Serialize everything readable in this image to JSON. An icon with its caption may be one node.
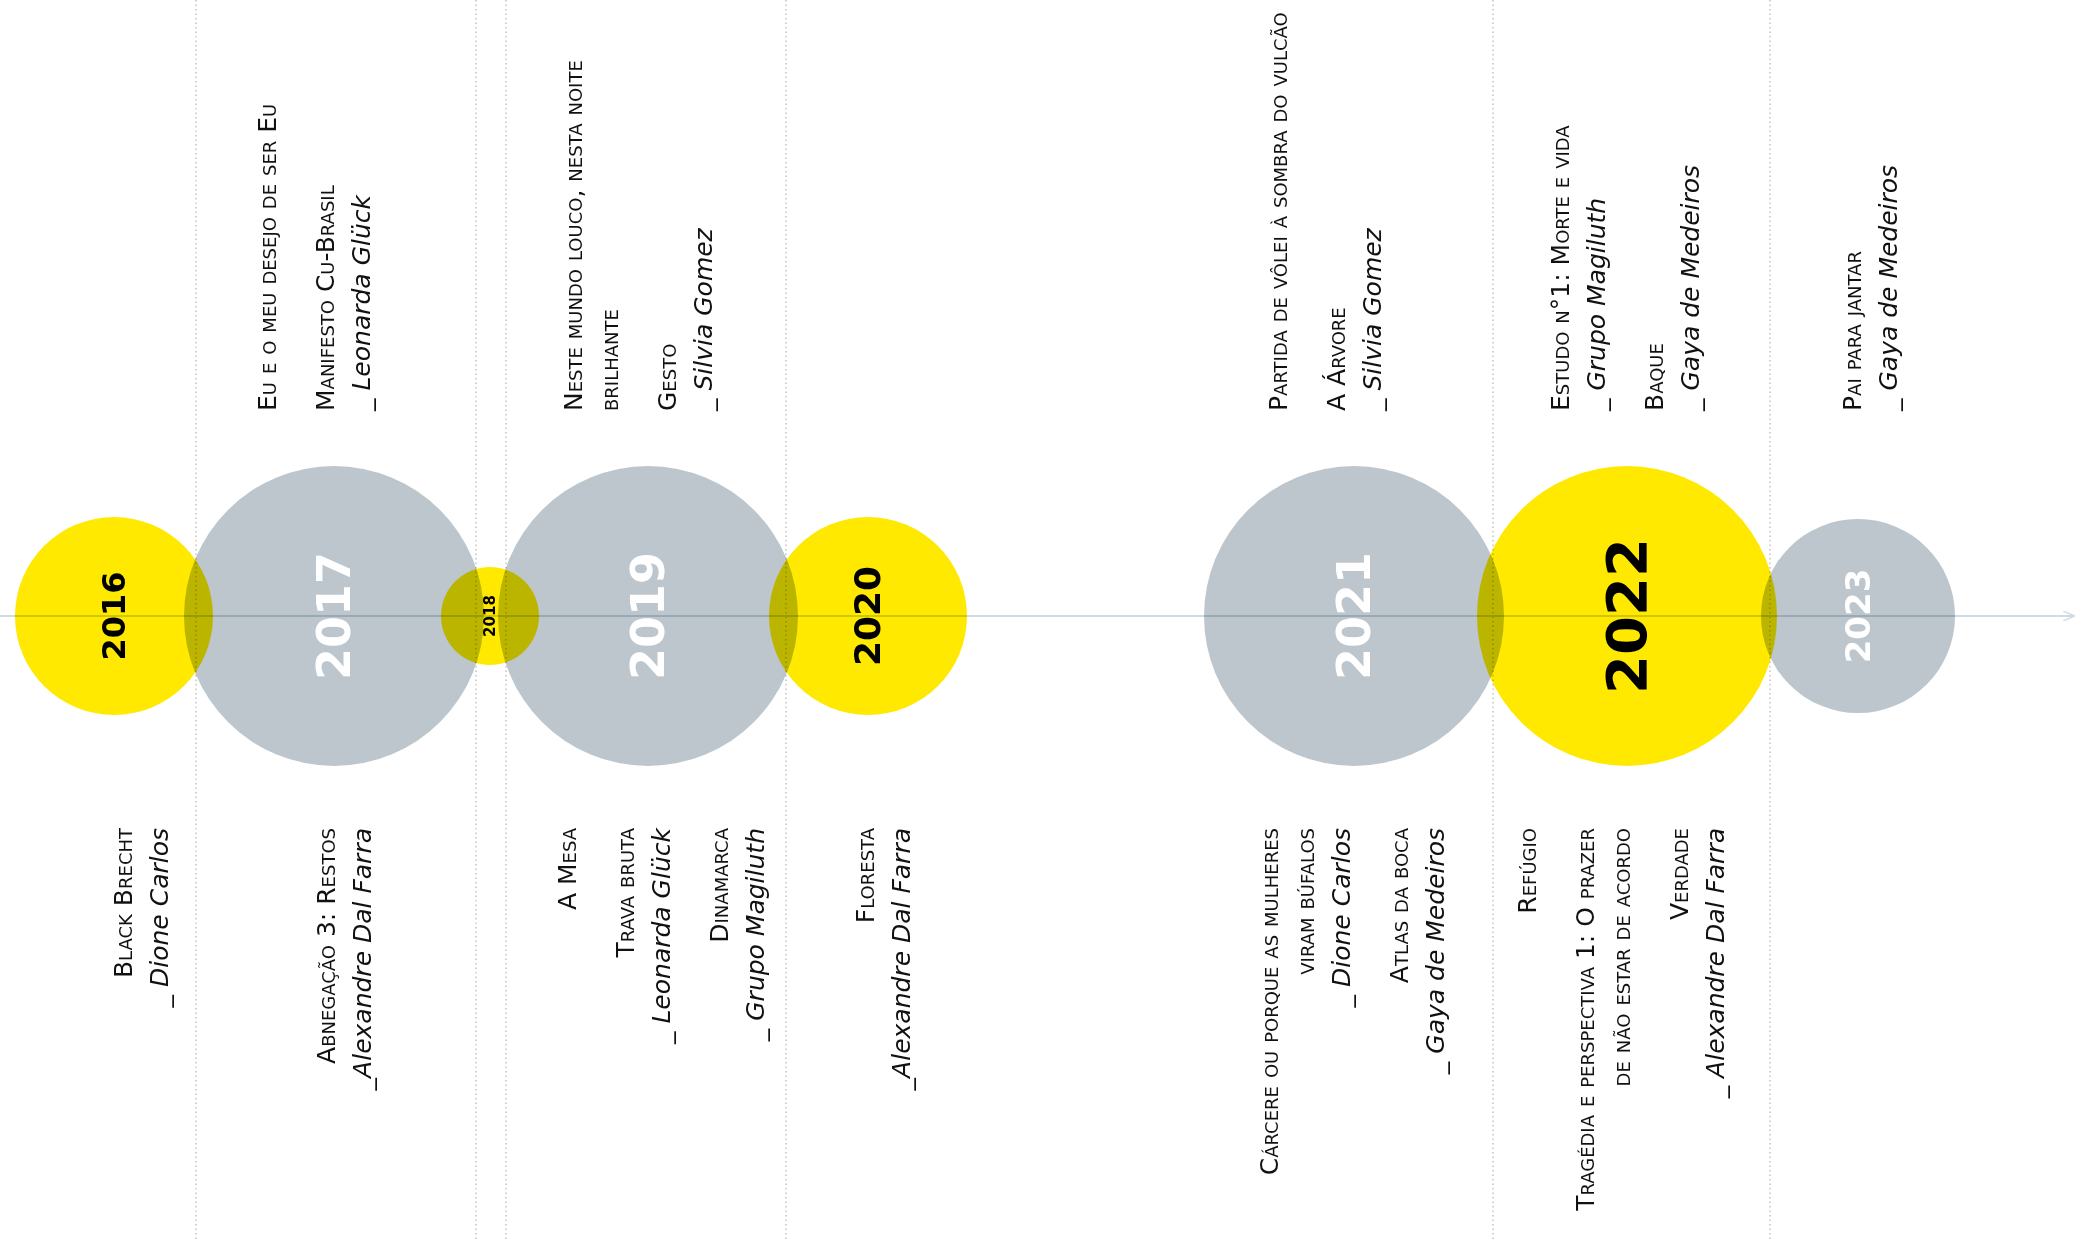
{
  "diagram": {
    "nodes": [
      {
        "text": [
          "2016"
        ],
        "beside": [
          "Black Brecht",
          "_ Dione Carlos"
        ]
      },
      {
        "text": [
          "2017"
        ],
        "beside": [
          "Eu e o meu desejo de ser Eu",
          "Manifesto Cu-Brasil",
          "_ Leonarda Glück",
          "Abnegação 3: Restos",
          "_Alexandre Dal Farra"
        ]
      },
      {
        "text": [
          "2018"
        ]
      },
      {
        "text": [
          "2019"
        ],
        "beside": [
          "Neste mundo louco, nesta noite brilhante",
          "Gesto",
          "_ Silvia Gomez",
          "A Mesa",
          "Trava bruta",
          "_ Leonarda Glück",
          "Dinamarca",
          "_ Grupo Magiluth"
        ]
      },
      {
        "text": [
          "2020"
        ],
        "beside": [
          "Floresta",
          "_Alexandre Dal Farra"
        ]
      },
      {
        "text": [
          "2021"
        ],
        "beside": [
          "Partida de vôlei à sombra do vulcão",
          "A Árvore",
          "_ Silvia Gomez",
          "Cárcere ou porque as mulheres viram búfalos",
          "_ Dione Carlos",
          "Atlas da boca",
          "_ Gaya de Medeiros"
        ]
      },
      {
        "text": [
          "2022"
        ],
        "beside": [
          "Estudo n°1: Morte e vida",
          "_ Grupo Magiluth",
          "Baque",
          "_ Gaya de Medeiros",
          "Refúgio",
          "Tragédia e perspectiva 1: O prazer de não estar de acordo",
          "Verdade",
          "_ Alexandre Dal Farra"
        ]
      },
      {
        "text": [
          "2023"
        ],
        "beside": [
          "Pai para jantar",
          "_ Gaya de Medeiros"
        ]
      }
    ]
  }
}
